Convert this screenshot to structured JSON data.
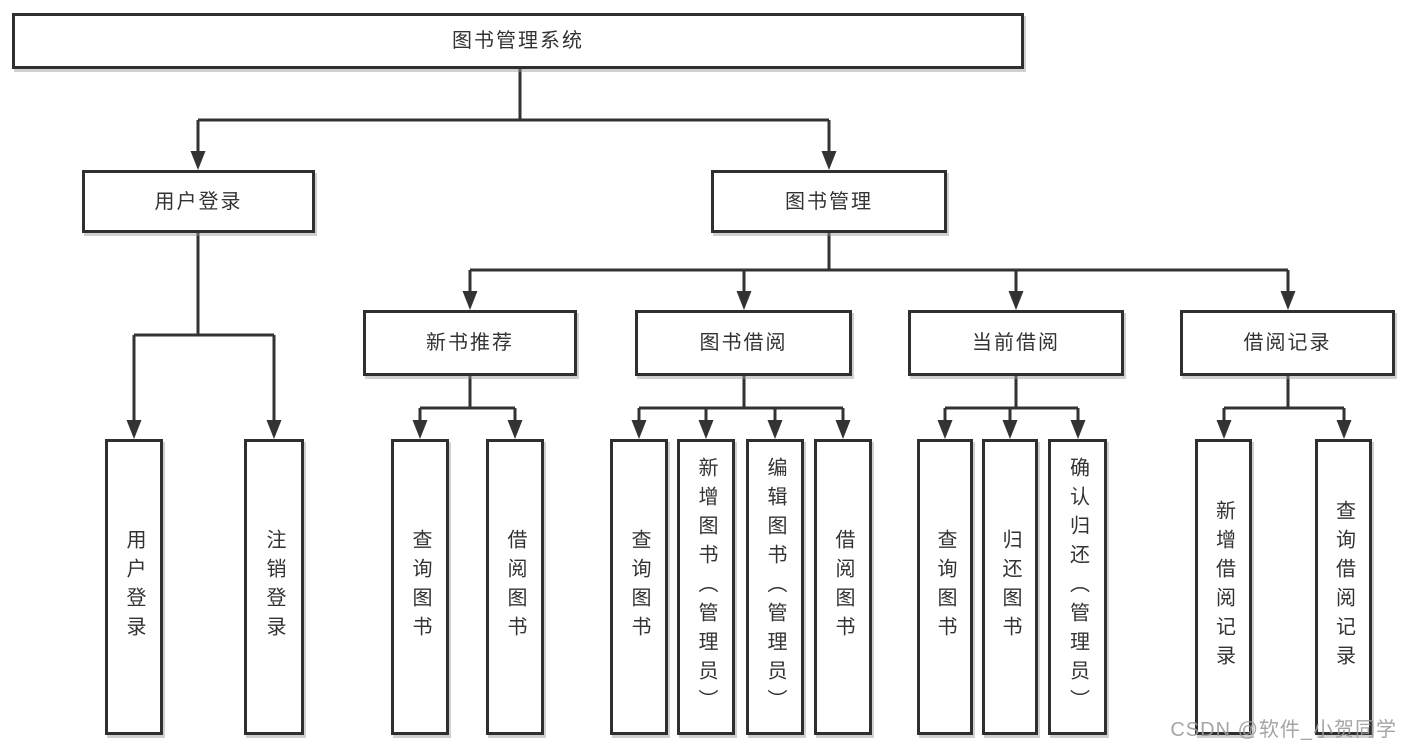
{
  "page": {
    "background": "#ffffff",
    "watermark": {
      "text": "CSDN @软件_小贺同学",
      "color": "#9c9c9c"
    }
  },
  "colors": {
    "line": "#333333",
    "box_border": "#2f2f2f",
    "text": "#333333"
  },
  "tree": {
    "root": {
      "label": "图书管理系统"
    },
    "branches": [
      {
        "label": "用户登录",
        "children": [
          {
            "label": "用户登录"
          },
          {
            "label": "注销登录"
          }
        ]
      },
      {
        "label": "图书管理",
        "children": [
          {
            "label": "新书推荐",
            "children": [
              {
                "label": "查询图书"
              },
              {
                "label": "借阅图书"
              }
            ]
          },
          {
            "label": "图书借阅",
            "children": [
              {
                "label": "查询图书"
              },
              {
                "label": "新增图书（管理员）"
              },
              {
                "label": "编辑图书（管理员）"
              },
              {
                "label": "借阅图书"
              }
            ]
          },
          {
            "label": "当前借阅",
            "children": [
              {
                "label": "查询图书"
              },
              {
                "label": "归还图书"
              },
              {
                "label": "确认归还（管理员）"
              }
            ]
          },
          {
            "label": "借阅记录",
            "children": [
              {
                "label": "新增借阅记录"
              },
              {
                "label": "查询借阅记录"
              }
            ]
          }
        ]
      }
    ]
  }
}
